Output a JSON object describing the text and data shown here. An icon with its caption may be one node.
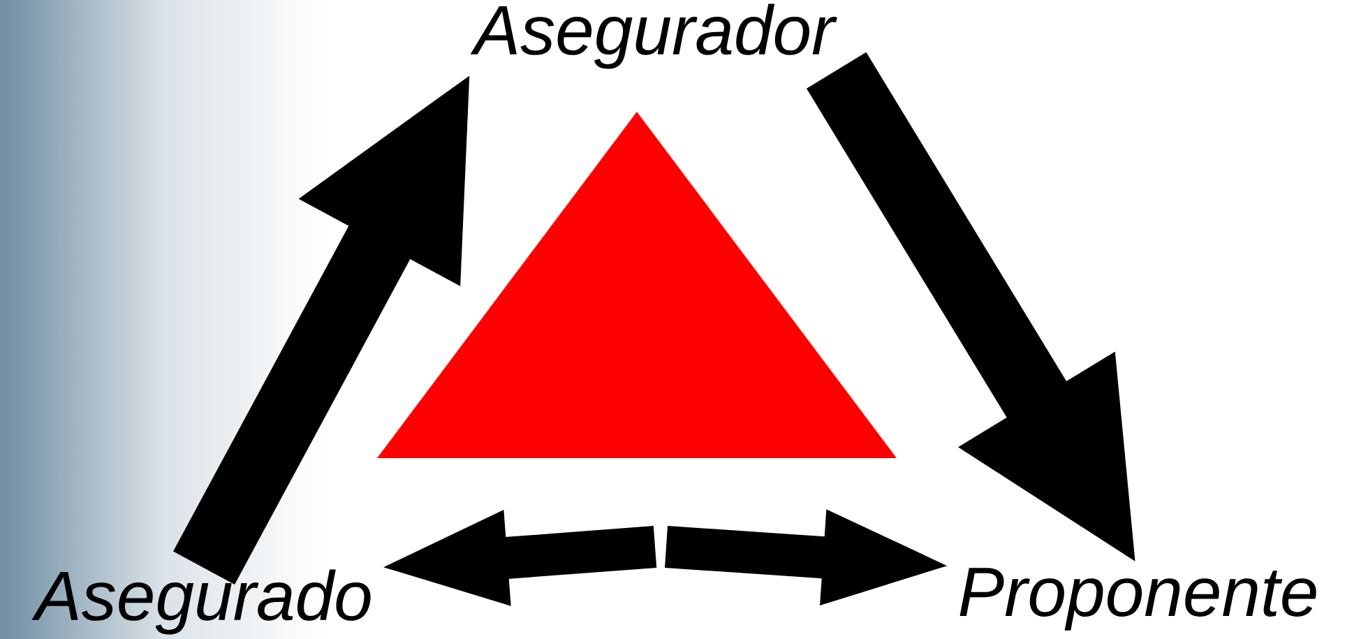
{
  "diagram": {
    "nodes": [
      {
        "text": [
          "Asegurador"
        ]
      },
      {
        "text": [
          "Asegurado"
        ]
      },
      {
        "text": [
          "Proponente"
        ]
      },
      {
        "text": [],
        "shape": "triangle"
      }
    ],
    "edges": [
      {
        "from": 1,
        "to": 0,
        "arrow": "to"
      },
      {
        "from": 0,
        "to": 2,
        "arrow": "to"
      },
      {
        "from": null,
        "to": 1,
        "arrow": "to"
      },
      {
        "from": null,
        "to": 2,
        "arrow": "to"
      }
    ]
  }
}
